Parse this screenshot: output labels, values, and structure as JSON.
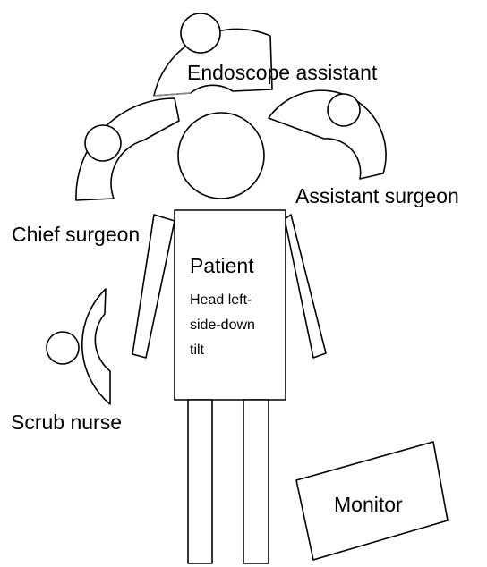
{
  "diagram": {
    "roles": {
      "endoscope_assistant": "Endoscope assistant",
      "assistant_surgeon": "Assistant surgeon",
      "chief_surgeon": "Chief surgeon",
      "scrub_nurse": "Scrub nurse"
    },
    "patient": {
      "label": "Patient",
      "position_lines": [
        "Head left-",
        "side-down",
        "tilt"
      ]
    },
    "monitor": {
      "label": "Monitor"
    }
  }
}
